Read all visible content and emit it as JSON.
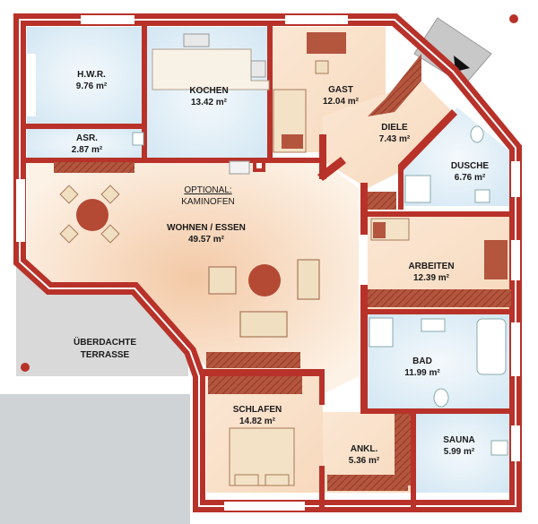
{
  "rooms": {
    "hwr": {
      "name": "H.W.R.",
      "area": "9.76 m²"
    },
    "asr": {
      "name": "ASR.",
      "area": "2.87 m²"
    },
    "kochen": {
      "name": "KOCHEN",
      "area": "13.42 m²"
    },
    "gast": {
      "name": "GAST",
      "area": "12.04 m²"
    },
    "diele": {
      "name": "DIELE",
      "area": "7.43 m²"
    },
    "dusche": {
      "name": "DUSCHE",
      "area": "6.76 m²"
    },
    "wohnen": {
      "name": "WOHNEN / ESSEN",
      "area": "49.57 m²"
    },
    "arbeiten": {
      "name": "ARBEITEN",
      "area": "12.39 m²"
    },
    "bad": {
      "name": "BAD",
      "area": "11.99 m²"
    },
    "schlafen": {
      "name": "SCHLAFEN",
      "area": "14.82 m²"
    },
    "ankl": {
      "name": "ANKL.",
      "area": "5.36 m²"
    },
    "sauna": {
      "name": "SAUNA",
      "area": "5.99 m²"
    }
  },
  "terrace": {
    "line1": "ÜBERDACHTE",
    "line2": "TERRASSE"
  },
  "fireplace_note": {
    "line1": "OPTIONAL:",
    "line2": "KAMINOFEN"
  },
  "colors": {
    "wall": "#b8322a",
    "floor_warm": "#f6dcc2",
    "floor_cool": "#dcecf6",
    "furniture": "#a84a35",
    "terrace": "#dcdcdc"
  }
}
